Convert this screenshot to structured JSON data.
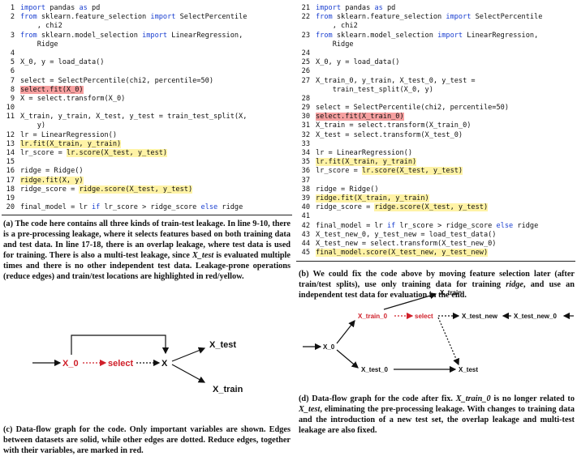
{
  "panel_a": {
    "code": [
      {
        "n": "1",
        "parts": [
          {
            "t": "import",
            "k": 1
          },
          {
            "t": " pandas "
          },
          {
            "t": "as",
            "k": 1
          },
          {
            "t": " pd"
          }
        ]
      },
      {
        "n": "2",
        "parts": [
          {
            "t": "from",
            "k": 1
          },
          {
            "t": " sklearn.feature_selection "
          },
          {
            "t": "import",
            "k": 1
          },
          {
            "t": " SelectPercentile"
          }
        ]
      },
      {
        "n": "",
        "parts": [
          {
            "t": "    , chi2"
          }
        ]
      },
      {
        "n": "3",
        "parts": [
          {
            "t": "from",
            "k": 1
          },
          {
            "t": " sklearn.model_selection "
          },
          {
            "t": "import",
            "k": 1
          },
          {
            "t": " LinearRegression,"
          }
        ]
      },
      {
        "n": "",
        "parts": [
          {
            "t": "    Ridge"
          }
        ]
      },
      {
        "n": "4",
        "parts": []
      },
      {
        "n": "5",
        "parts": [
          {
            "t": "X_0, y = load_data()"
          }
        ]
      },
      {
        "n": "6",
        "parts": []
      },
      {
        "n": "7",
        "parts": [
          {
            "t": "select = SelectPercentile(chi2, percentile=50)"
          }
        ]
      },
      {
        "n": "8",
        "parts": [
          {
            "t": "select.fit(X_0)",
            "h": "r"
          }
        ]
      },
      {
        "n": "9",
        "parts": [
          {
            "t": "X = select.transform(X_0)"
          }
        ]
      },
      {
        "n": "10",
        "parts": []
      },
      {
        "n": "11",
        "parts": [
          {
            "t": "X_train, y_train, X_test, y_test = train_test_split(X,"
          }
        ]
      },
      {
        "n": "",
        "parts": [
          {
            "t": "    y)"
          }
        ]
      },
      {
        "n": "12",
        "parts": [
          {
            "t": "lr = LinearRegression()"
          }
        ]
      },
      {
        "n": "13",
        "parts": [
          {
            "t": "lr.fit(X_train, y_train)",
            "h": "y"
          }
        ]
      },
      {
        "n": "14",
        "parts": [
          {
            "t": "lr_score = "
          },
          {
            "t": "lr.score(X_test, y_test)",
            "h": "y"
          }
        ]
      },
      {
        "n": "15",
        "parts": []
      },
      {
        "n": "16",
        "parts": [
          {
            "t": "ridge = Ridge()"
          }
        ]
      },
      {
        "n": "17",
        "parts": [
          {
            "t": "ridge.fit(X, y)",
            "h": "y"
          }
        ]
      },
      {
        "n": "18",
        "parts": [
          {
            "t": "ridge_score = "
          },
          {
            "t": "ridge.score(X_test, y_test)",
            "h": "y"
          }
        ]
      },
      {
        "n": "19",
        "parts": []
      },
      {
        "n": "20",
        "parts": [
          {
            "t": "final_model = lr "
          },
          {
            "t": "if",
            "k": 1
          },
          {
            "t": " lr_score > ridge_score "
          },
          {
            "t": "else",
            "k": 1
          },
          {
            "t": " ridge"
          }
        ]
      }
    ],
    "caption": [
      {
        "t": "(a) The code here contains all three kinds of train-test leakage. In line 9-10, there is a pre-processing leakage, where it selects features based on both training data and test data. In line 17-18, there is an overlap leakage, where test data is used for training. There is also a multi-test leakage, since "
      },
      {
        "t": "X_test",
        "i": 1
      },
      {
        "t": " is evaluated multiple times and there is no other independent test data. Leakage-prone operations (reduce edges) and train/test locations are highlighted in red/yellow."
      }
    ]
  },
  "panel_b": {
    "code": [
      {
        "n": "21",
        "parts": [
          {
            "t": "import",
            "k": 1
          },
          {
            "t": " pandas "
          },
          {
            "t": "as",
            "k": 1
          },
          {
            "t": " pd"
          }
        ]
      },
      {
        "n": "22",
        "parts": [
          {
            "t": "from",
            "k": 1
          },
          {
            "t": " sklearn.feature_selection "
          },
          {
            "t": "import",
            "k": 1
          },
          {
            "t": " SelectPercentile"
          }
        ]
      },
      {
        "n": "",
        "parts": [
          {
            "t": "    , chi2"
          }
        ]
      },
      {
        "n": "23",
        "parts": [
          {
            "t": "from",
            "k": 1
          },
          {
            "t": " sklearn.model_selection "
          },
          {
            "t": "import",
            "k": 1
          },
          {
            "t": " LinearRegression,"
          }
        ]
      },
      {
        "n": "",
        "parts": [
          {
            "t": "    Ridge"
          }
        ]
      },
      {
        "n": "24",
        "parts": []
      },
      {
        "n": "25",
        "parts": [
          {
            "t": "X_0, y = load_data()"
          }
        ]
      },
      {
        "n": "26",
        "parts": []
      },
      {
        "n": "27",
        "parts": [
          {
            "t": "X_train_0, y_train, X_test_0, y_test ="
          }
        ]
      },
      {
        "n": "",
        "parts": [
          {
            "t": "    train_test_split(X_0, y)"
          }
        ]
      },
      {
        "n": "28",
        "parts": []
      },
      {
        "n": "29",
        "parts": [
          {
            "t": "select = SelectPercentile(chi2, percentile=50)"
          }
        ]
      },
      {
        "n": "30",
        "parts": [
          {
            "t": "select.fit(X_train_0)",
            "h": "r"
          }
        ]
      },
      {
        "n": "31",
        "parts": [
          {
            "t": "X_train = select.transform(X_train_0)"
          }
        ]
      },
      {
        "n": "32",
        "parts": [
          {
            "t": "X_test = select.transform(X_test_0)"
          }
        ]
      },
      {
        "n": "33",
        "parts": []
      },
      {
        "n": "34",
        "parts": [
          {
            "t": "lr = LinearRegression()"
          }
        ]
      },
      {
        "n": "35",
        "parts": [
          {
            "t": "lr.fit(X_train, y_train)",
            "h": "y"
          }
        ]
      },
      {
        "n": "36",
        "parts": [
          {
            "t": "lr_score = "
          },
          {
            "t": "lr.score(X_test, y_test)",
            "h": "y"
          }
        ]
      },
      {
        "n": "37",
        "parts": []
      },
      {
        "n": "38",
        "parts": [
          {
            "t": "ridge = Ridge()"
          }
        ]
      },
      {
        "n": "39",
        "parts": [
          {
            "t": "ridge.fit(X_train, y_train)",
            "h": "y"
          }
        ]
      },
      {
        "n": "40",
        "parts": [
          {
            "t": "ridge_score = "
          },
          {
            "t": "ridge.score(X_test, y_test)",
            "h": "y"
          }
        ]
      },
      {
        "n": "41",
        "parts": []
      },
      {
        "n": "42",
        "parts": [
          {
            "t": "final_model = lr "
          },
          {
            "t": "if",
            "k": 1
          },
          {
            "t": " lr_score > ridge_score "
          },
          {
            "t": "else",
            "k": 1
          },
          {
            "t": " ridge"
          }
        ]
      },
      {
        "n": "43",
        "parts": [
          {
            "t": "X_test_new_0, y_test_new = load_test_data()"
          }
        ]
      },
      {
        "n": "44",
        "parts": [
          {
            "t": "X_test_new = select.transform(X_test_new_0)"
          }
        ]
      },
      {
        "n": "45",
        "parts": [
          {
            "t": "final_model.score(X_test_new, y_test_new)",
            "h": "y"
          }
        ]
      }
    ],
    "caption": [
      {
        "t": "(b) We could fix the code above by moving feature selection later (after train/test splits), use only training data for training "
      },
      {
        "t": "ridge",
        "i": 1
      },
      {
        "t": ", and use an independent test data for evaluation in the end."
      }
    ]
  },
  "panel_c": {
    "nodes": {
      "x0": "X_0",
      "select": "select",
      "x": "X",
      "x_test": "X_test",
      "x_train": "X_train"
    },
    "caption": [
      {
        "t": "(c) Data-flow graph for the code. Only important variables are shown. Edges between datasets are solid, while other edges are dotted. Reduce edges, together with their variables, are marked in red."
      }
    ]
  },
  "panel_d": {
    "nodes": {
      "x0": "X_0",
      "x_train_0": "X_train_0",
      "select": "select",
      "x_train": "X_train",
      "x_test_new": "X_test_new",
      "x_test_new_0": "X_test_new_0",
      "x_test_0": "X_test_0",
      "x_test": "X_test"
    },
    "caption": [
      {
        "t": "(d) Data-flow graph for the code after fix. "
      },
      {
        "t": "X_train_0",
        "i": 1
      },
      {
        "t": " is no longer related to "
      },
      {
        "t": "X_test",
        "i": 1
      },
      {
        "t": ", eliminating the pre-processing leakage. With changes to training data and the introduction of a new test set, the overlap leakage and multi-test leakage are also fixed."
      }
    ]
  },
  "colors": {
    "keyword": "#1a3fd0",
    "highlight_yellow": "#fff3a6",
    "highlight_red": "#f6a0a0",
    "reduce_red": "#d0202a"
  }
}
